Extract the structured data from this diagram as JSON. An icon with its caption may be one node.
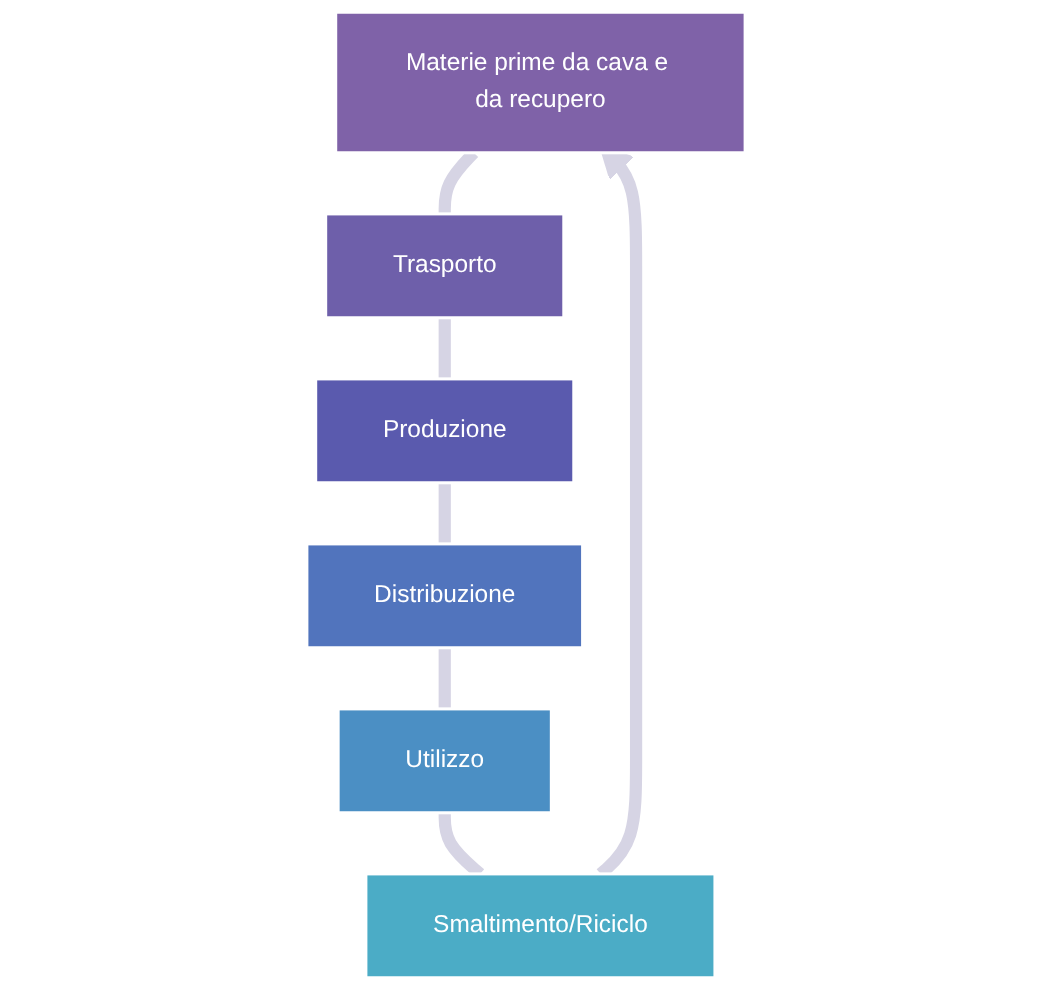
{
  "diagram": {
    "nodes": [
      {
        "text": [
          "Materie prime da cava e da recupero"
        ]
      },
      {
        "text": [
          "Trasporto"
        ]
      },
      {
        "text": [
          "Produzione"
        ]
      },
      {
        "text": [
          "Distribuzione"
        ]
      },
      {
        "text": [
          "Utilizzo"
        ]
      },
      {
        "text": [
          "Smaltimento/Riciclo"
        ]
      }
    ],
    "edges": [
      {
        "from": 0,
        "to": 1,
        "arrow": "none"
      },
      {
        "from": 1,
        "to": 2,
        "arrow": "none"
      },
      {
        "from": 2,
        "to": 3,
        "arrow": "none"
      },
      {
        "from": 3,
        "to": 4,
        "arrow": "none"
      },
      {
        "from": 4,
        "to": 5,
        "arrow": "none"
      },
      {
        "from": 5,
        "to": 0,
        "arrow": "to"
      }
    ]
  }
}
